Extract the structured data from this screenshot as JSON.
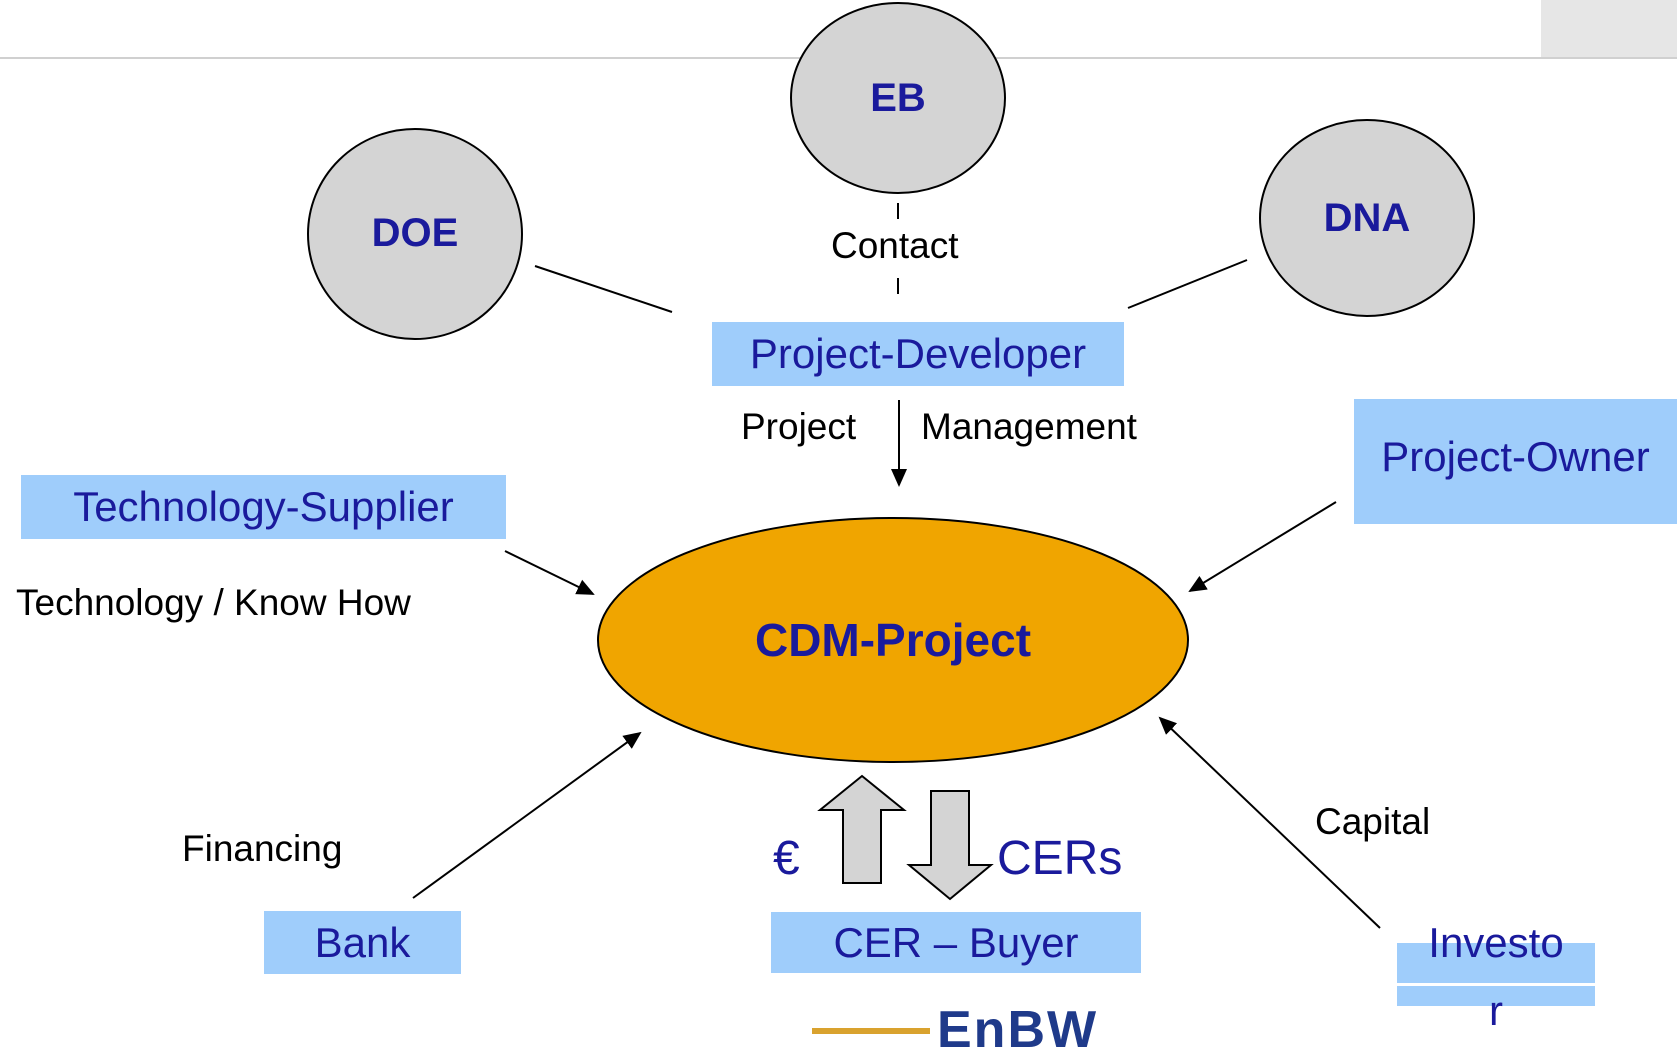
{
  "nodes": {
    "eb": "EB",
    "doe": "DOE",
    "dna": "DNA",
    "core": "CDM-Project"
  },
  "boxes": {
    "project_developer": "Project-Developer",
    "technology_supplier": "Technology-Supplier",
    "project_owner": "Project-Owner",
    "bank": "Bank",
    "cer_buyer": "CER – Buyer",
    "investor_line1": "Investo",
    "investor_line2": "r"
  },
  "labels": {
    "contact": "Contact",
    "project": "Project",
    "management": "Management",
    "technology_know_how": "Technology / Know How",
    "financing": "Financing",
    "capital": "Capital",
    "euro": "€",
    "cers": "CERs"
  },
  "logo": {
    "text": "EnBW"
  },
  "colors": {
    "node_fill": "#d4d4d4",
    "core_fill": "#f0a500",
    "box_fill": "#9fcdfb",
    "text_blue": "#1a1a9c"
  }
}
